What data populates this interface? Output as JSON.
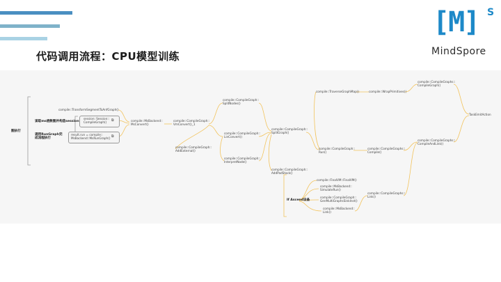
{
  "header": {
    "title": "代码调用流程：CPU模型训练",
    "logo_mark": "[M]",
    "logo_sup": "S",
    "logo_text": "MindSpore"
  },
  "colors": {
    "accent": "#1d89c8",
    "edge": "#f2c35c",
    "bracket": "#9a9a9a"
  },
  "mindmap": {
    "root": "图执行",
    "group1": "读取ms函数图并构造session",
    "group2": "调用RunGraph完成流程执行",
    "transform": "compile::TransformSegmentToAnfGraph()",
    "session": [
      "session: Session::",
      "CompileGraph()"
    ],
    "run": [
      "result.run = compile::",
      "MsBackend::MsRunGraph()"
    ],
    "ms_convert": [
      "compile::MsBackend::",
      "MsConvert()"
    ],
    "vm_convert": [
      "compile::CompileGraph::",
      "VmConvert()_1"
    ],
    "add_external": [
      "compile::CompileGraph::",
      "AddExternal()"
    ],
    "split_nodes": [
      "compile::CompileGraph::",
      "SplitNodes()"
    ],
    "lin_convert": [
      "compile::CompileGraph::",
      "LinConvert()"
    ],
    "interpret_node": [
      "compile::CompileGraph::",
      "InterpretNode()"
    ],
    "split_graph": [
      "compile::CompileGraph::",
      "SplitGraph()"
    ],
    "add_pad_stack": [
      "compile::CompileGraph::",
      "AddPadStack()"
    ],
    "traverse": "compile::TraverseGraphMap()",
    "wrap_primitives": "compile::WrapPrimitives()",
    "run_fn": [
      "compile::CompileGraph::",
      "Run()"
    ],
    "compile_fn": [
      "compile::CompileGraphs::",
      "Compile()"
    ],
    "compile_graph": [
      "compile::CompileGraphs::",
      "CompileGraph()"
    ],
    "compile_and_link": [
      "compile::CompileGraphs::",
      "CompileAndLink()"
    ],
    "task_emit": "TaskEmitAction",
    "ascend": "If Ascend设备",
    "final_vm": "compile::FinalVM::FinalVM()",
    "simulate_run": [
      "compile::MsBackend::",
      "SimulateRun()"
    ],
    "gen_multi": [
      "compile::CompileGraph::",
      "GenMultiGraphsSinkInst()"
    ],
    "link": [
      "compile::MsBackend::",
      "Link()"
    ],
    "link_out": [
      "compile::CompileGraphs::",
      "Link()"
    ]
  }
}
